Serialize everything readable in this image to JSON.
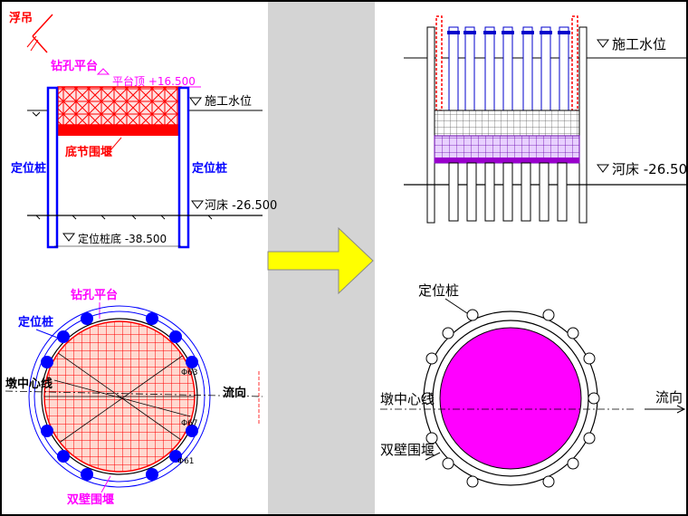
{
  "colors": {
    "red": "#ff0000",
    "blue": "#0000ff",
    "magenta": "#ff00ff",
    "purple": "#9900cc",
    "yellow_arrow": "#ffff00",
    "divider": "#d4d4d4",
    "black": "#000000"
  },
  "left_elevation": {
    "float_crane": "浮吊",
    "drilling_platform": "钻孔平台",
    "platform_top": "平台顶 +16.500",
    "construction_water_level": "施工水位",
    "bottom_cofferdam": "底节围堰",
    "positioning_pile_left": "定位桩",
    "positioning_pile_right": "定位桩",
    "riverbed": "河床 -26.500",
    "pile_bottom": "定位桩底 -38.500"
  },
  "left_plan": {
    "drilling_platform": "钻孔平台",
    "positioning_pile": "定位桩",
    "pier_centerline": "墩中心线",
    "flow_direction": "流向",
    "double_wall_cofferdam": "双壁围堰",
    "dim_1": "Φ63",
    "dim_2": "Φ67",
    "dim_3": "Φ61"
  },
  "right_elevation": {
    "construction_water_level": "施工水位",
    "riverbed": "河床 -26.500"
  },
  "right_plan": {
    "positioning_pile": "定位桩",
    "pier_centerline": "墩中心线",
    "flow_direction": "流向",
    "double_wall_cofferdam": "双壁围堰"
  }
}
